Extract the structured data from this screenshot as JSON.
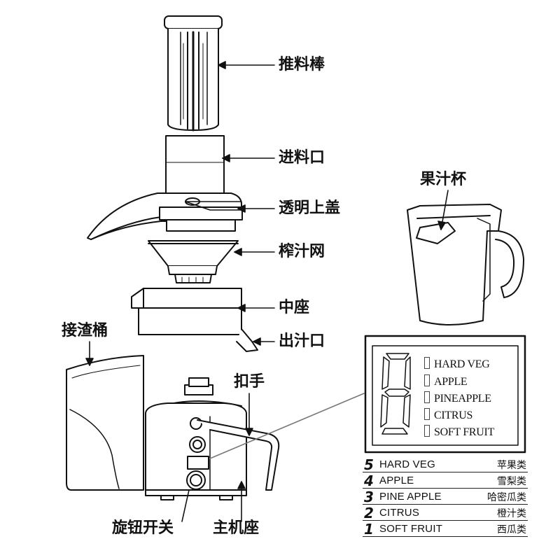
{
  "labels": {
    "pusher": "推料棒",
    "feed_chute": "进料口",
    "transparent_cover": "透明上盖",
    "squeeze_screen": "榨汁网",
    "middle_base": "中座",
    "juice_outlet": "出汁口",
    "juice_cup": "果汁杯",
    "pulp_container": "接渣桶",
    "handle": "扣手",
    "rotary_switch": "旋钮开关",
    "main_base": "主机座"
  },
  "panel": {
    "options": [
      "HARD VEG",
      "APPLE",
      "PINEAPPLE",
      "CITRUS",
      "SOFT FRUIT"
    ]
  },
  "modes": [
    {
      "num": "5",
      "en": "HARD VEG",
      "cn": "苹果类"
    },
    {
      "num": "4",
      "en": "APPLE",
      "cn": "雪梨类"
    },
    {
      "num": "3",
      "en": "PINE APPLE",
      "cn": "哈密瓜类"
    },
    {
      "num": "2",
      "en": "CITRUS",
      "cn": "橙汁类"
    },
    {
      "num": "1",
      "en": "SOFT FRUIT",
      "cn": "西瓜类"
    }
  ]
}
